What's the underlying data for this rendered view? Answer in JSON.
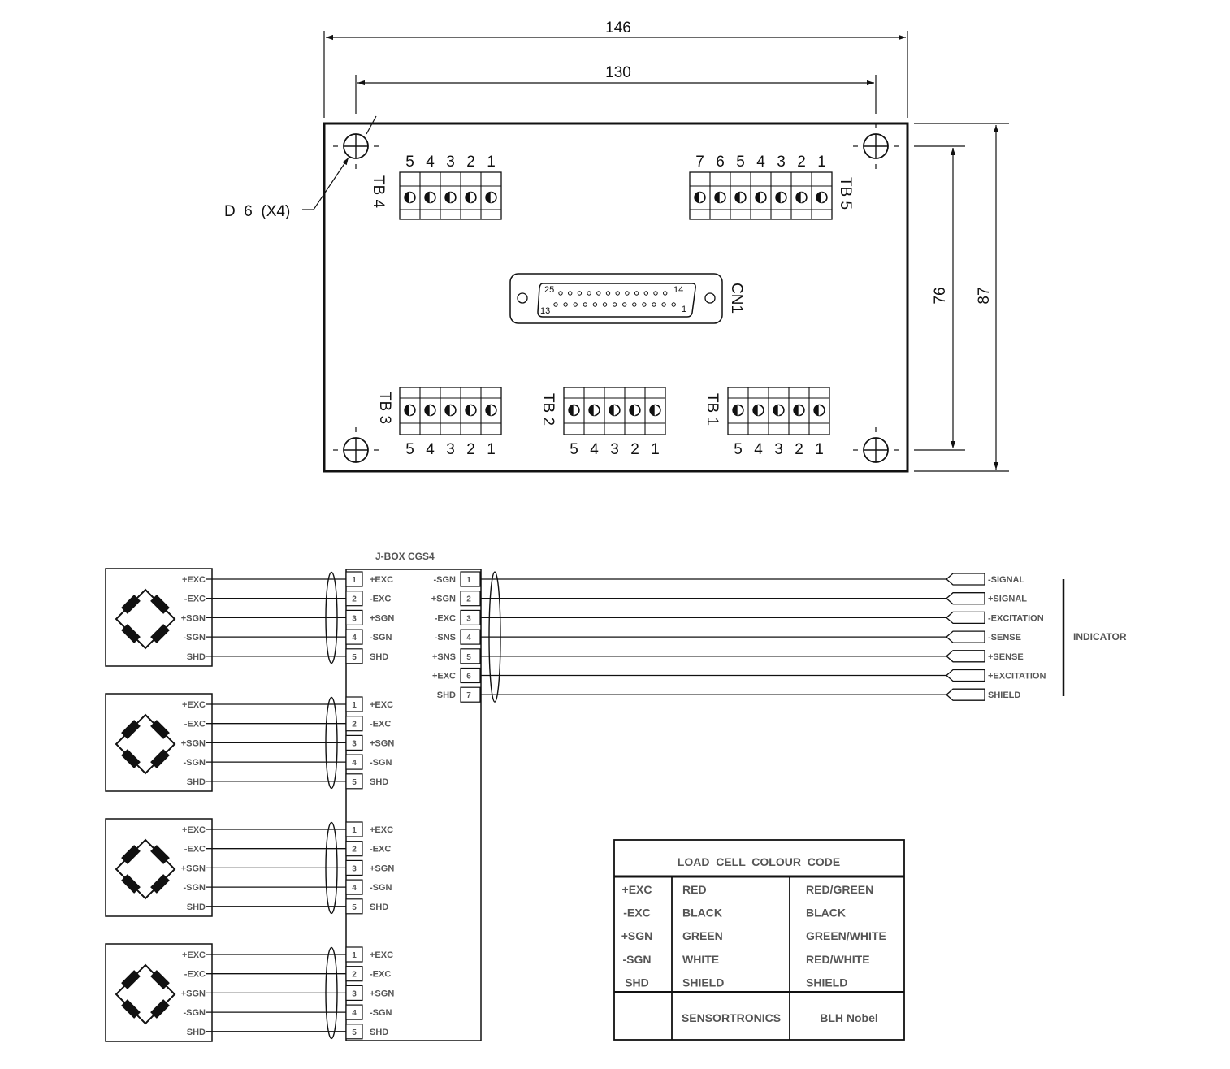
{
  "board": {
    "dim_width_overall": "146",
    "dim_width_holes": "130",
    "dim_height_holes": "76",
    "dim_height_overall": "87",
    "hole_callout": "D  6  (X4)",
    "tb4": {
      "label": "TB 4",
      "pins": [
        "5",
        "4",
        "3",
        "2",
        "1"
      ]
    },
    "tb5": {
      "label": "TB 5",
      "pins": [
        "7",
        "6",
        "5",
        "4",
        "3",
        "2",
        "1"
      ]
    },
    "tb3": {
      "label": "TB 3",
      "pins": [
        "5",
        "4",
        "3",
        "2",
        "1"
      ]
    },
    "tb2": {
      "label": "TB 2",
      "pins": [
        "5",
        "4",
        "3",
        "2",
        "1"
      ]
    },
    "tb1": {
      "label": "TB 1",
      "pins": [
        "5",
        "4",
        "3",
        "2",
        "1"
      ]
    },
    "cn1": {
      "label": "CN1",
      "pin_25": "25",
      "pin_14": "14",
      "pin_13": "13",
      "pin_1": "1"
    }
  },
  "wiring": {
    "jbox_title": "J-BOX CGS4",
    "cell_labels": [
      "+EXC",
      "-EXC",
      "+SGN",
      "-SGN",
      "SHD"
    ],
    "input_pins": [
      "1",
      "2",
      "3",
      "4",
      "5"
    ],
    "input_labels": [
      "+EXC",
      "-EXC",
      "+SGN",
      "-SGN",
      "SHD"
    ],
    "output_labels": [
      "-SGN",
      "+SGN",
      "-EXC",
      "-SNS",
      "+SNS",
      "+EXC",
      "SHD"
    ],
    "output_pins": [
      "1",
      "2",
      "3",
      "4",
      "5",
      "6",
      "7"
    ],
    "indicator_signals": [
      "-SIGNAL",
      "+SIGNAL",
      "-EXCITATION",
      "-SENSE",
      "+SENSE",
      "+EXCITATION",
      "SHIELD"
    ],
    "indicator_label": "INDICATOR"
  },
  "colour_code": {
    "title": "LOAD  CELL  COLOUR  CODE",
    "rows": [
      [
        "+EXC",
        "RED",
        "RED/GREEN"
      ],
      [
        "-EXC",
        "BLACK",
        "BLACK"
      ],
      [
        "+SGN",
        "GREEN",
        "GREEN/WHITE"
      ],
      [
        "-SGN",
        "WHITE",
        "RED/WHITE"
      ],
      [
        "SHD",
        "SHIELD",
        "SHIELD"
      ]
    ],
    "brand_1": "SENSORTRONICS",
    "brand_2": "BLH Nobel"
  }
}
